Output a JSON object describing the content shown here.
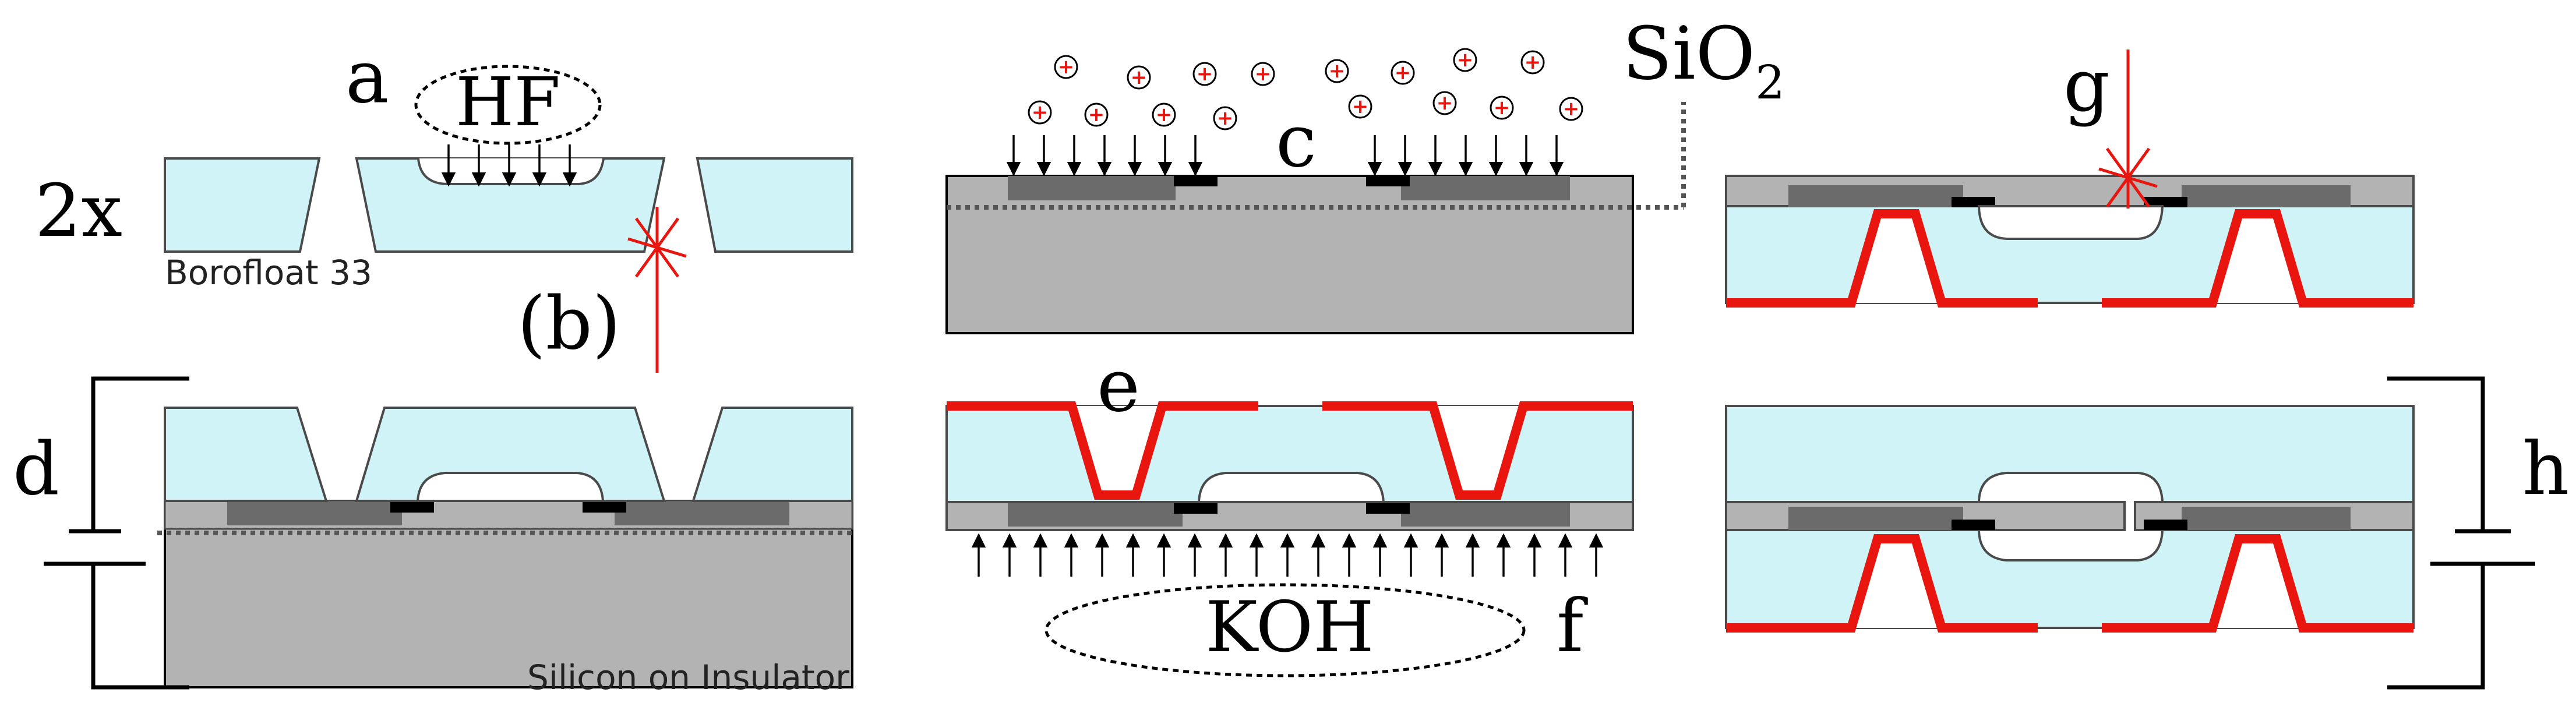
{
  "labels": {
    "a": "a",
    "b": "(b)",
    "c": "c",
    "d": "d",
    "e": "e",
    "f": "f",
    "g": "g",
    "h": "h",
    "times_two": "2x",
    "hf": "HF",
    "koh": "KOH",
    "sio2_base": "SiO",
    "sio2_sub": "2",
    "plus": "+"
  },
  "materials": {
    "borofloat": "Borofloat 33",
    "soi": "Silicon on Insulator"
  },
  "colors": {
    "glass": "#cff3f7",
    "silicon": "#b3b3b3",
    "dark_layer": "#6b6b6b",
    "metal": "#e8160f",
    "electrode": "#000000",
    "outline": "#4a4a4a"
  }
}
